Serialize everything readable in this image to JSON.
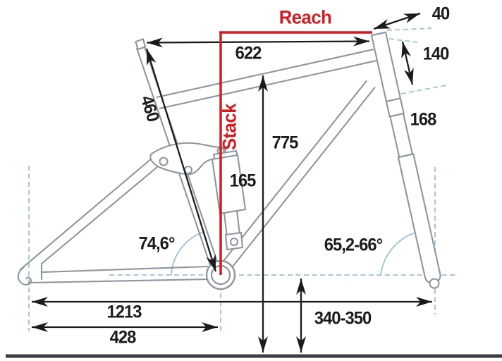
{
  "diagram": {
    "reach_label": "Reach",
    "stack_label": "Stack",
    "dims": {
      "d40": "40",
      "d140": "140",
      "d168": "168",
      "d622": "622",
      "d460": "460",
      "d775": "775",
      "d165": "165",
      "d1213": "1213",
      "d428": "428",
      "d340_350": "340-350"
    },
    "angles": {
      "seat_angle": "74,6°",
      "head_angle": "65,2-66°"
    },
    "colors": {
      "accent_red": "#d61a22",
      "frame_gray": "#8e969d",
      "guide_blue": "#9fc0d2",
      "ink_black": "#1b1b1b",
      "ground_dark": "#3b3f42"
    }
  }
}
